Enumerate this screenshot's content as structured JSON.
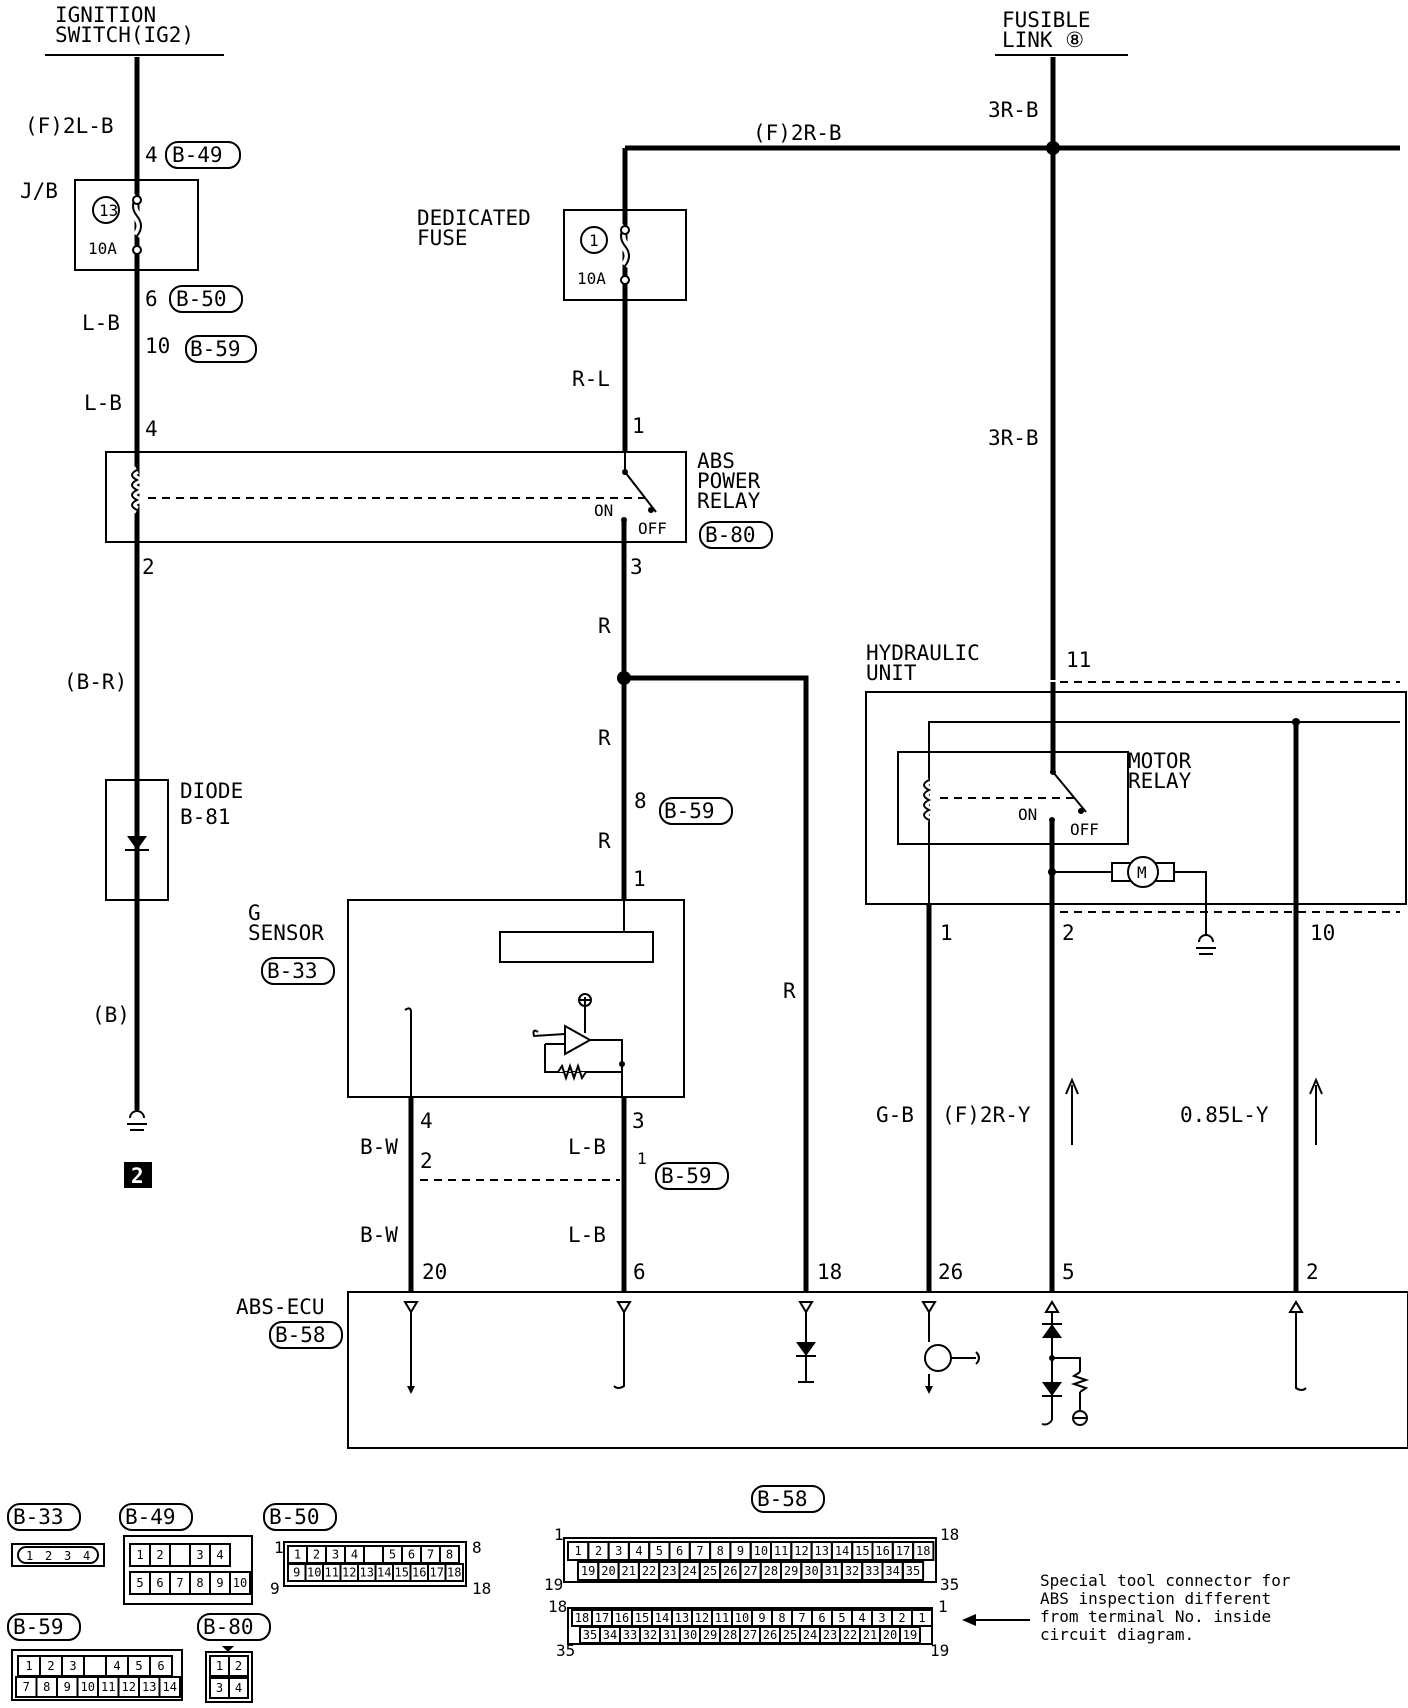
{
  "title_left": [
    "IGNITION",
    "SWITCH(IG2)"
  ],
  "title_right": [
    "FUSIBLE",
    "LINK ⑧"
  ],
  "left_branch": {
    "wire1": "(F)2L-B",
    "pin1": "4",
    "conn1": "B-49",
    "jb": "J/B",
    "fuse_no": "13",
    "fuse_amp": "10A",
    "pin2": "6",
    "conn2": "B-50",
    "wire2": "L-B",
    "pin3": "10",
    "conn3": "B-59",
    "wire3": "L-B",
    "pin4": "4",
    "pin5": "2",
    "wire4": "(B-R)",
    "diode": [
      "DIODE",
      "B-81"
    ],
    "wire5": "(B)",
    "ground": "2"
  },
  "center_branch": {
    "wire_top": "(F)2R-B",
    "fuse_label": [
      "DEDICATED",
      "FUSE"
    ],
    "fuse_no": "1",
    "fuse_amp": "10A",
    "wire1": "R-L",
    "pin1": "1",
    "relay_label": [
      "ABS",
      "POWER",
      "RELAY"
    ],
    "relay_conn": "B-80",
    "on": "ON",
    "off": "OFF",
    "pin3": "3",
    "wire_r1": "R",
    "wire_r2": "R",
    "pin8": "8",
    "conn_b59": "B-59",
    "wire_r3": "R",
    "wire_r4": "R",
    "pin_gs1": "1"
  },
  "gsensor": {
    "label": [
      "G",
      "SENSOR"
    ],
    "conn": "B-33",
    "pin4": "4",
    "pin3": "3",
    "wire_bw1": "B-W",
    "pin2": "2",
    "wire_lb1": "L-B",
    "pin1": "1",
    "conn2": "B-59",
    "wire_bw2": "B-W",
    "wire_lb2": "L-B"
  },
  "right_branch": {
    "wire1": "3R-B",
    "wire2": "3R-B",
    "hyd_label": [
      "HYDRAULIC",
      "UNIT"
    ],
    "pin11": "11",
    "motor_label": [
      "MOTOR",
      "RELAY"
    ],
    "on": "ON",
    "off": "OFF",
    "motor": "M",
    "pin_a": "1",
    "pin_b": "2",
    "pin_c": "10",
    "wire_gb": "G-B",
    "wire_2ry": "(F)2R-Y",
    "wire_ly": "0.85L-Y"
  },
  "ecu": {
    "label": [
      "ABS-ECU",
      "B-58"
    ],
    "pins": [
      "20",
      "6",
      "18",
      "26",
      "5",
      "2"
    ]
  },
  "connectors": {
    "b33": {
      "name": "B-33",
      "pins": [
        "1",
        "2",
        "3",
        "4"
      ]
    },
    "b49": {
      "name": "B-49",
      "row1": [
        "1",
        "2",
        "",
        "3",
        "4"
      ],
      "row2": [
        "5",
        "6",
        "7",
        "8",
        "9",
        "10"
      ]
    },
    "b50": {
      "name": "B-50",
      "row1": [
        "1",
        "2",
        "3",
        "4",
        "",
        "5",
        "6",
        "7",
        "8"
      ],
      "row2": [
        "9",
        "10",
        "11",
        "12",
        "13",
        "14",
        "15",
        "16",
        "17",
        "18"
      ],
      "lt": "1",
      "rt": "8",
      "lb": "9",
      "rb": "18"
    },
    "b58": {
      "name": "B-58",
      "row1": [
        "1",
        "2",
        "3",
        "4",
        "5",
        "6",
        "7",
        "8",
        "9",
        "10",
        "11",
        "12",
        "13",
        "14",
        "15",
        "16",
        "17",
        "18"
      ],
      "row2": [
        "19",
        "20",
        "21",
        "22",
        "23",
        "24",
        "25",
        "26",
        "27",
        "28",
        "29",
        "30",
        "31",
        "32",
        "33",
        "34",
        "35"
      ],
      "lt": "1",
      "rt": "18",
      "lb": "19",
      "rb": "35",
      "alt_row1": [
        "18",
        "17",
        "16",
        "15",
        "14",
        "13",
        "12",
        "11",
        "10",
        "9",
        "8",
        "7",
        "6",
        "5",
        "4",
        "3",
        "2",
        "1"
      ],
      "alt_row2": [
        "35",
        "34",
        "33",
        "32",
        "31",
        "30",
        "29",
        "28",
        "27",
        "26",
        "25",
        "24",
        "23",
        "22",
        "21",
        "20",
        "19"
      ],
      "alt_lt": "18",
      "alt_rt": "1",
      "alt_lb": "35",
      "alt_rb": "19"
    },
    "b59": {
      "name": "B-59",
      "row1": [
        "1",
        "2",
        "3",
        "",
        "4",
        "5",
        "6"
      ],
      "row2": [
        "7",
        "8",
        "9",
        "10",
        "11",
        "12",
        "13",
        "14"
      ]
    },
    "b80": {
      "name": "B-80",
      "row1": [
        "1",
        "2"
      ],
      "row2": [
        "3",
        "4"
      ]
    }
  },
  "note": [
    "Special tool connector for",
    "ABS inspection different",
    "from terminal No. inside",
    "circuit diagram."
  ]
}
